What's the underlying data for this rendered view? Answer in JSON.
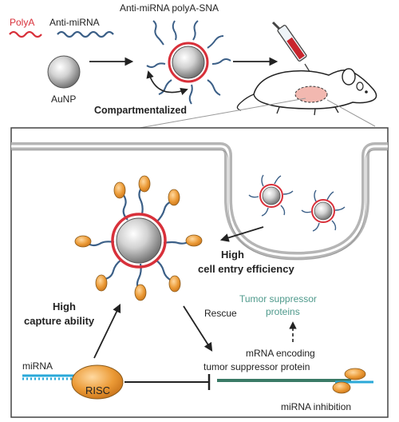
{
  "top": {
    "polya_label": "PolyA",
    "antimirna_label": "Anti-miRNA",
    "aunp_label": "AuNP",
    "sna_title": "Anti-miRNA polyA-SNA",
    "compartmentalized_label": "Compartmentalized"
  },
  "panel": {
    "cell_entry_line1": "High",
    "cell_entry_line2": "cell entry efficiency",
    "capture_line1": "High",
    "capture_line2": "capture ability",
    "rescue_label": "Rescue",
    "tumor_line1": "Tumor suppressor",
    "tumor_line2": "proteins",
    "mrna_line1": "mRNA encoding",
    "mrna_line2": "tumor suppressor protein",
    "mirna_label": "miRNA",
    "risc_label": "RISC",
    "inhibition_label": "miRNA inhibition"
  },
  "colors": {
    "polya_red": "#d8303a",
    "strand_blue": "#3b5f87",
    "mirna_cyan": "#2aa8d8",
    "risc_orange": "#eb9a36",
    "tumor_teal": "#4f9a8c",
    "mrna_green": "#3a7a66",
    "nanoparticle_gray": "#a8a8a8",
    "syringe_red": "#c8252d",
    "tumor_pink": "#f2b8b0"
  }
}
